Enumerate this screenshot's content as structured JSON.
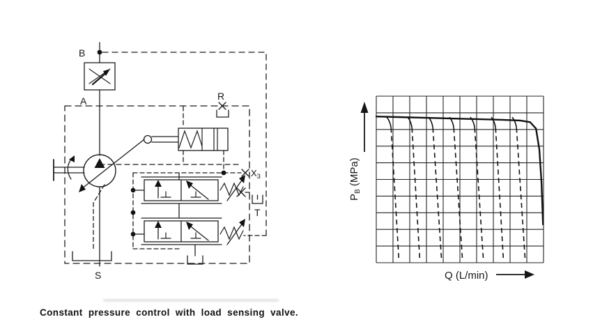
{
  "figure": {
    "caption": "Constant pressure control with load sensing valve."
  },
  "diagram": {
    "labels": {
      "b": "B",
      "a": "A",
      "r": "R",
      "s": "S",
      "t": "T"
    },
    "x3": {
      "main": "X",
      "sub": "3"
    }
  },
  "chart": {
    "xlabel": "Q (L/min)",
    "ylabel": {
      "main": "P",
      "sub": "B",
      "rest": " (MPa)"
    }
  },
  "chart_data": {
    "type": "line",
    "title": "",
    "xlabel": "Q (L/min)",
    "ylabel": "PB (MPa)",
    "xlim": [
      0,
      10
    ],
    "ylim": [
      0,
      10
    ],
    "axis_tick_labels": "none - unlabeled 10x10 grid",
    "grid": {
      "columns": 10,
      "rows": 10,
      "visible": true
    },
    "series": [
      {
        "name": "constant-pressure limit curve",
        "style": "solid",
        "points": [
          [
            0,
            8.78
          ],
          [
            1.5,
            8.74
          ],
          [
            3,
            8.7
          ],
          [
            4.5,
            8.66
          ],
          [
            6,
            8.62
          ],
          [
            7.5,
            8.58
          ],
          [
            8.6,
            8.54
          ],
          [
            9.2,
            8.44
          ],
          [
            9.55,
            8.05
          ],
          [
            9.75,
            6.8
          ],
          [
            9.88,
            4.8
          ],
          [
            9.97,
            2.3
          ]
        ]
      },
      {
        "name": "load-sensing flow-setting curves",
        "style": "dashed",
        "y_attach": 8.74,
        "y_bend": 8.1,
        "y_bottom": 0.2,
        "drops": [
          {
            "x_top": 0.75,
            "x_bottom": 1.35
          },
          {
            "x_top": 2.0,
            "x_bottom": 2.6
          },
          {
            "x_top": 3.25,
            "x_bottom": 3.9
          },
          {
            "x_top": 4.5,
            "x_bottom": 5.15
          },
          {
            "x_top": 5.75,
            "x_bottom": 6.4
          },
          {
            "x_top": 7.0,
            "x_bottom": 7.6
          },
          {
            "x_top": 8.25,
            "x_bottom": 8.9
          }
        ]
      }
    ]
  }
}
